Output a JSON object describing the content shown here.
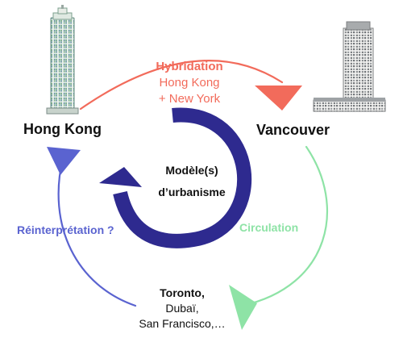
{
  "diagram": {
    "nodes": {
      "hong_kong": {
        "label": "Hong Kong"
      },
      "vancouver": {
        "label": "Vancouver"
      },
      "destinations": {
        "bold_line": "Toronto,",
        "line2": "Dubaï,",
        "line3": "San Francisco,…"
      }
    },
    "center": {
      "line1": "Modèle(s)",
      "line2": "d’urbanisme"
    },
    "edges": {
      "hybridation": {
        "title": "Hybridation",
        "line2": "Hong Kong",
        "line3": "+ New York"
      },
      "circulation": {
        "label": "Circulation"
      },
      "reinterpretation": {
        "label": "Réinterprétation ?"
      }
    },
    "icons": {
      "hong_kong_tower": "skyscraper-photo",
      "vancouver_tower": "skyscraper-photo"
    },
    "colors": {
      "hybridation": "#f26b5b",
      "circulation": "#8ee3a6",
      "reinterpretation": "#5a63d0",
      "center_loop": "#2e2a8f",
      "text": "#111111"
    }
  }
}
